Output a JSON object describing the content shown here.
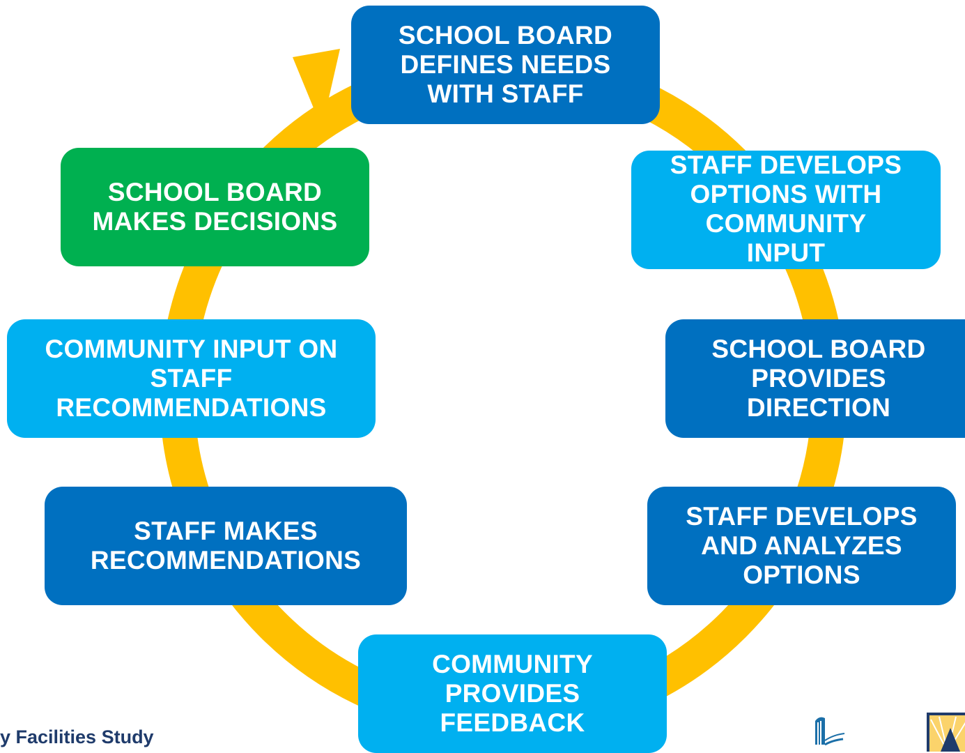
{
  "cycle": {
    "steps": [
      {
        "id": "step-define-needs",
        "text": "SCHOOL BOARD\nDEFINES NEEDS\nWITH STAFF",
        "color": "#0070c0"
      },
      {
        "id": "step-develop-options-community",
        "text": "STAFF DEVELOPS\nOPTIONS WITH\nCOMMUNITY\nINPUT",
        "color": "#00b0f0"
      },
      {
        "id": "step-board-direction",
        "text": "SCHOOL BOARD\nPROVIDES\nDIRECTION",
        "color": "#0070c0"
      },
      {
        "id": "step-develop-analyze",
        "text": "STAFF DEVELOPS\nAND ANALYZES\nOPTIONS",
        "color": "#0070c0"
      },
      {
        "id": "step-community-feedback",
        "text": "COMMUNITY\nPROVIDES\nFEEDBACK",
        "color": "#00b0f0"
      },
      {
        "id": "step-staff-recommendations",
        "text": "STAFF MAKES\nRECOMMENDATIONS",
        "color": "#0070c0"
      },
      {
        "id": "step-community-input-recommendations",
        "text": "COMMUNITY INPUT ON\nSTAFF\nRECOMMENDATIONS",
        "color": "#00b0f0"
      },
      {
        "id": "step-board-decisions",
        "text": "SCHOOL BOARD\nMAKES DECISIONS",
        "color": "#00b050"
      }
    ],
    "ring_color": "#ffc000"
  },
  "footer": {
    "text": "y Facilities Study"
  },
  "logos": {
    "left_icon": "column-logo-icon",
    "right_icon": "sun-emblem-logo-icon"
  }
}
